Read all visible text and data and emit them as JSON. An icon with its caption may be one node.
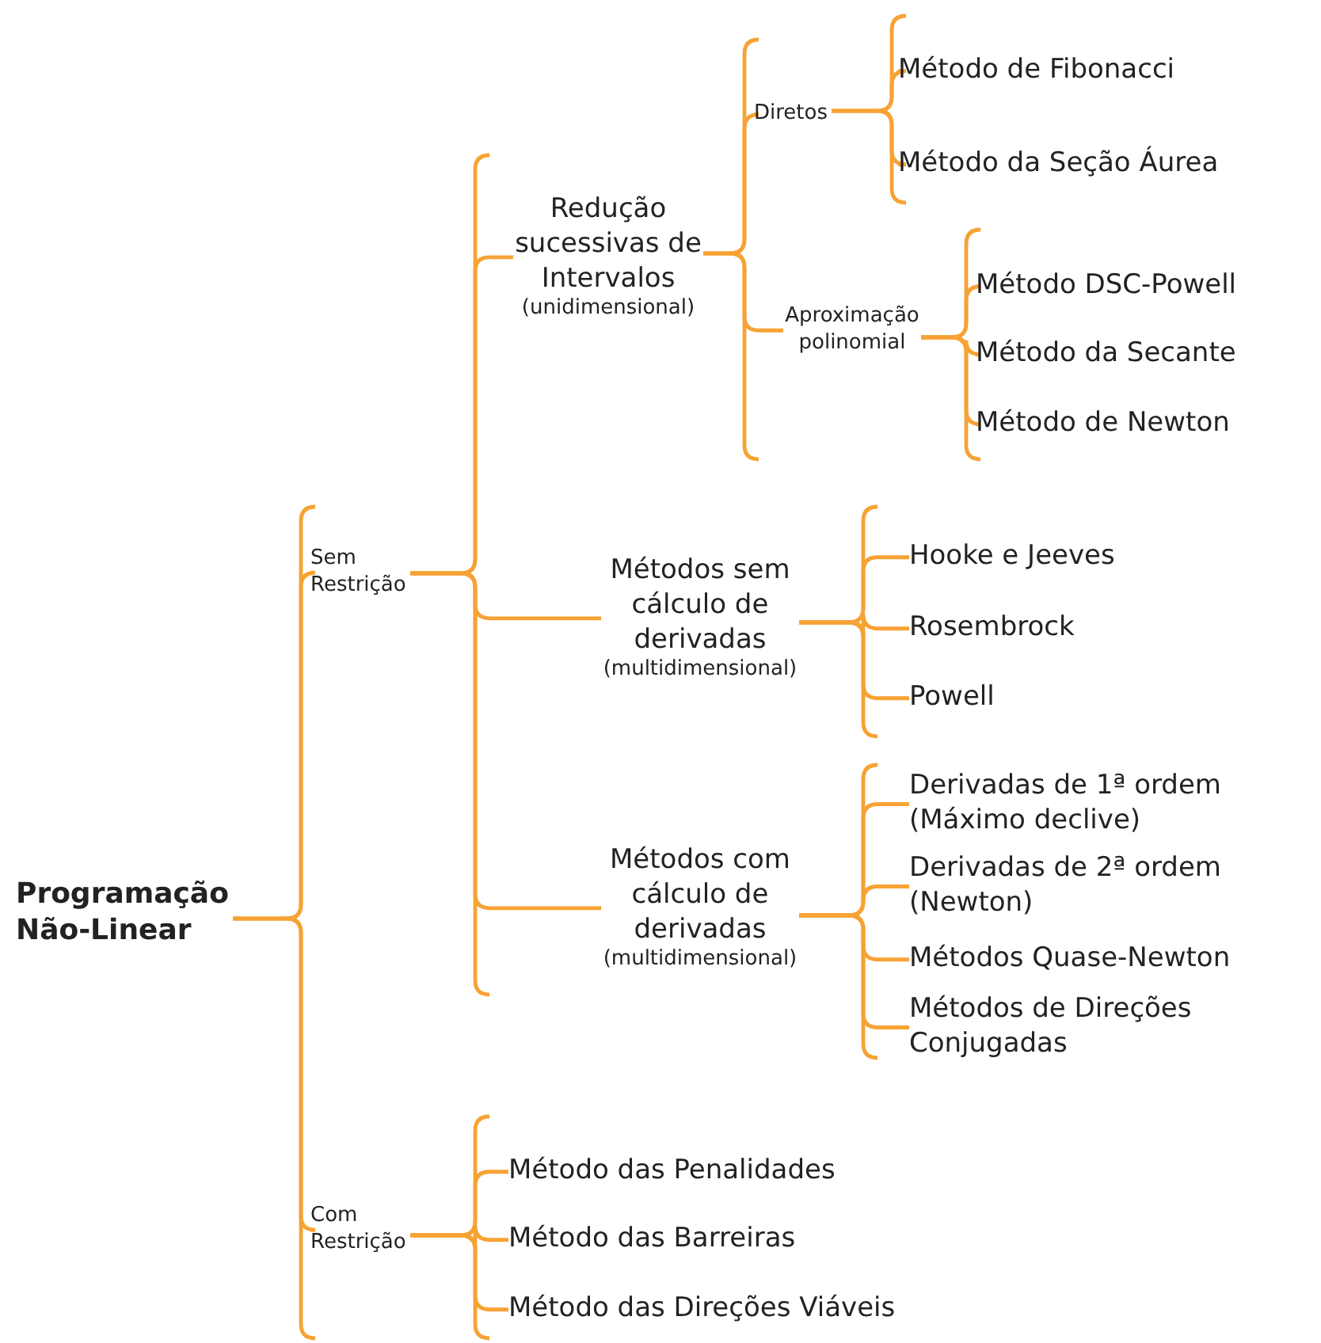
{
  "diagram": {
    "nodes": [
      {
        "text": [
          "Programação Não-Linear"
        ]
      },
      {
        "text": [
          "Sem Restrição"
        ]
      },
      {
        "text": [
          "Com Restrição"
        ]
      },
      {
        "text": [
          "Redução sucessivas de Intervalos",
          "(unidimensional)"
        ]
      },
      {
        "text": [
          "Métodos sem cálculo de derivadas",
          "(multidimensional)"
        ]
      },
      {
        "text": [
          "Métodos com cálculo de derivadas",
          "(multidimensional)"
        ]
      },
      {
        "text": [
          "Diretos"
        ]
      },
      {
        "text": [
          "Aproximação polinomial"
        ]
      },
      {
        "text": [
          "Método de Fibonacci"
        ]
      },
      {
        "text": [
          "Método da Seção Áurea"
        ]
      },
      {
        "text": [
          "Método DSC-Powell"
        ]
      },
      {
        "text": [
          "Método da Secante"
        ]
      },
      {
        "text": [
          "Método de Newton"
        ]
      },
      {
        "text": [
          "Hooke e Jeeves"
        ]
      },
      {
        "text": [
          "Rosembrock"
        ]
      },
      {
        "text": [
          "Powell"
        ]
      },
      {
        "text": [
          "Derivadas de 1ª ordem (Máximo declive)"
        ]
      },
      {
        "text": [
          "Derivadas de 2ª ordem (Newton)"
        ]
      },
      {
        "text": [
          "Métodos Quase-Newton"
        ]
      },
      {
        "text": [
          "Métodos de Direções Conjugadas"
        ]
      },
      {
        "text": [
          "Método das Penalidades"
        ]
      },
      {
        "text": [
          "Método das Barreiras"
        ]
      },
      {
        "text": [
          "Método das Direções Viáveis"
        ]
      }
    ],
    "edges": [
      {
        "from": 0,
        "to": 1,
        "arrow": "none"
      },
      {
        "from": 0,
        "to": 2,
        "arrow": "none"
      },
      {
        "from": 1,
        "to": 3,
        "arrow": "none"
      },
      {
        "from": 1,
        "to": 4,
        "arrow": "none"
      },
      {
        "from": 1,
        "to": 5,
        "arrow": "none"
      },
      {
        "from": 2,
        "to": 20,
        "arrow": "none"
      },
      {
        "from": 2,
        "to": 21,
        "arrow": "none"
      },
      {
        "from": 2,
        "to": 22,
        "arrow": "none"
      },
      {
        "from": 3,
        "to": 6,
        "arrow": "none"
      },
      {
        "from": 3,
        "to": 7,
        "arrow": "none"
      },
      {
        "from": 6,
        "to": 8,
        "arrow": "none"
      },
      {
        "from": 6,
        "to": 9,
        "arrow": "none"
      },
      {
        "from": 7,
        "to": 10,
        "arrow": "none"
      },
      {
        "from": 7,
        "to": 11,
        "arrow": "none"
      },
      {
        "from": 7,
        "to": 12,
        "arrow": "none"
      },
      {
        "from": 4,
        "to": 13,
        "arrow": "none"
      },
      {
        "from": 4,
        "to": 14,
        "arrow": "none"
      },
      {
        "from": 4,
        "to": 15,
        "arrow": "none"
      },
      {
        "from": 5,
        "to": 16,
        "arrow": "none"
      },
      {
        "from": 5,
        "to": 17,
        "arrow": "none"
      },
      {
        "from": 5,
        "to": 18,
        "arrow": "none"
      },
      {
        "from": 5,
        "to": 19,
        "arrow": "none"
      }
    ]
  }
}
